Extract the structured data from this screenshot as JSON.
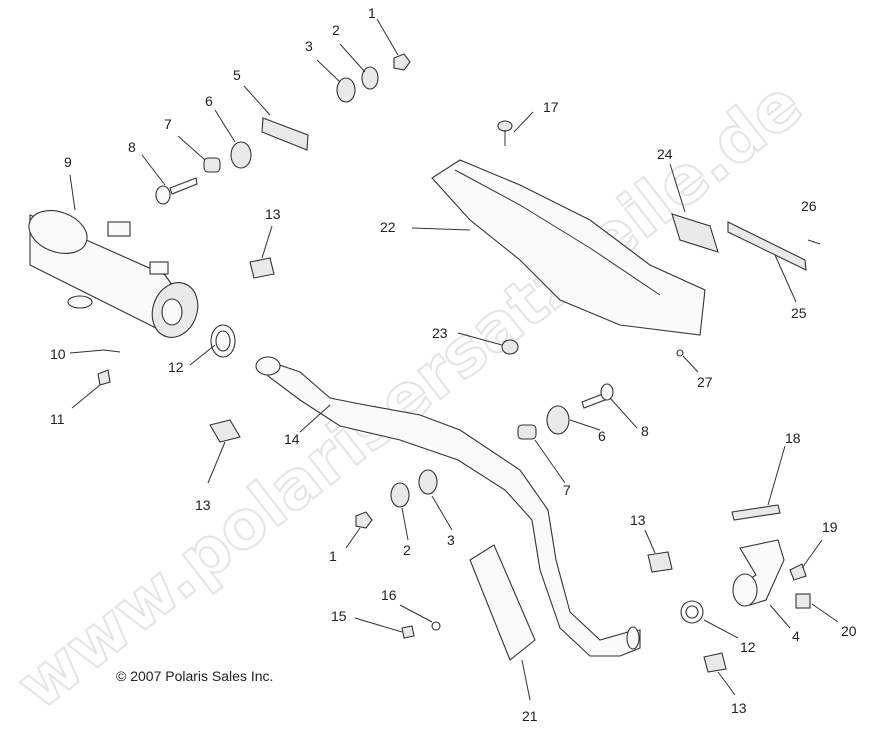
{
  "watermark": "www.polarisersatzteile.de",
  "copyright": "© 2007 Polaris Sales Inc.",
  "callouts": {
    "c1a": "1",
    "c2a": "2",
    "c3a": "3",
    "c5": "5",
    "c6a": "6",
    "c7a": "7",
    "c8a": "8",
    "c9": "9",
    "c13a": "13",
    "c10": "10",
    "c11": "11",
    "c12a": "12",
    "c13b": "13",
    "c14": "14",
    "c17": "17",
    "c22": "22",
    "c24": "24",
    "c26": "26",
    "c25": "25",
    "c23": "23",
    "c27": "27",
    "c8b": "8",
    "c6b": "6",
    "c7b": "7",
    "c18": "18",
    "c1b": "1",
    "c2b": "2",
    "c3b": "3",
    "c13c": "13",
    "c19": "19",
    "c16": "16",
    "c15": "15",
    "c12b": "12",
    "c4": "4",
    "c20": "20",
    "c13d": "13",
    "c21": "21"
  }
}
